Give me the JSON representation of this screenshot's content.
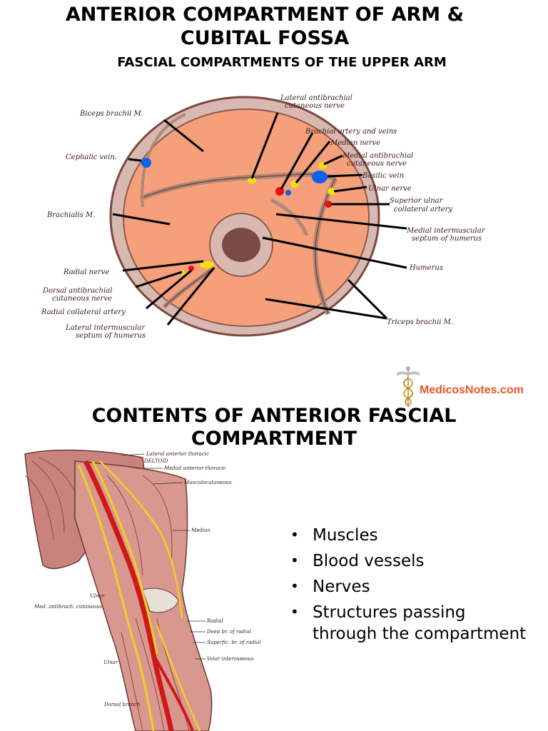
{
  "page": {
    "title_line1": "ANTERIOR COMPARTMENT OF ARM &",
    "title_line2": "CUBITAL FOSSA",
    "subtitle": "FASCIAL COMPARTMENTS OF THE UPPER ARM"
  },
  "cross_section": {
    "labels": {
      "biceps": "Biceps brachii M.",
      "cephalic": "Cephalic vein.",
      "brachialis": "Brachialis M.",
      "radial_nerve": "Radial nerve",
      "dorsal_ant_1": "Dorsal antibrachial",
      "dorsal_ant_2": "cutaneous nerve",
      "radial_coll": "Radial collateral artery",
      "lat_inter_1": "Lateral intermuscular",
      "lat_inter_2": "septum of humerus",
      "lat_antib_1": "Lateral antibrachial",
      "lat_antib_2": "cutaneous nerve",
      "brachial_art": "Brachial artery and veins",
      "median": "Median nerve",
      "med_antib_1": "Medial antibrachial",
      "med_antib_2": "cutaneous nerve",
      "basilic": "Basilic vein",
      "ulnar": "Ulnar nerve",
      "sup_ulnar_1": "Superior ulnar",
      "sup_ulnar_2": "collateral artery",
      "med_inter_1": "Medial intermuscular",
      "med_inter_2": "septum of humerus",
      "humerus": "Humerus",
      "triceps": "Triceps brachii M."
    },
    "colors": {
      "muscle": "#f5a07a",
      "fascia": "#d8b8b0",
      "outline": "#7a4a40",
      "artery": "#e81010",
      "vein": "#1060e8",
      "nerve": "#f2e010",
      "bone_marrow": "#7a4a48"
    }
  },
  "logo": {
    "text": "MedicosNotes.com",
    "icon": "caduceus-icon",
    "color": "#e8562a"
  },
  "section2": {
    "title_line1": "CONTENTS OF ANTERIOR FASCIAL",
    "title_line2": "COMPARTMENT"
  },
  "arm_figure": {
    "labels": {
      "lat_ant_thoracic": "Lateral anterior thoracic",
      "deltoid": "DELTOID",
      "med_ant_thoracic": "Medial anterior thoracic",
      "musculocutaneous": "Musculocutaneous",
      "median": "Median",
      "ulnar": "Ulnar",
      "med_antibrach": "Med. antibrach. cutaneous",
      "radial": "Radial",
      "deep_br": "Deep br. of radial",
      "superf_br": "Superfic. br. of radial",
      "volar": "Volar interosseous",
      "ulnar2": "Ulnar",
      "dorsal_branch": "Dorsal branch"
    }
  },
  "bullets": [
    "Muscles",
    "Blood vessels",
    "Nerves",
    "Structures passing through the compartment"
  ]
}
